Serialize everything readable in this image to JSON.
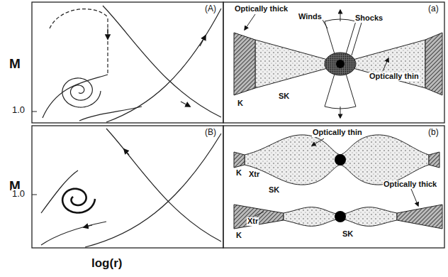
{
  "diagram": {
    "labels": [
      "M",
      "1.0",
      "(A)",
      "M",
      "1.0",
      "(B)",
      "log(r)",
      "(a)",
      "Optically thick",
      "Winds",
      "Shocks",
      "Optically thin",
      "K",
      "SK",
      "(b)",
      "Optically thin",
      "K",
      "Xtr",
      "SK",
      "Optically thick",
      "K",
      "Xtr",
      "SK"
    ]
  }
}
